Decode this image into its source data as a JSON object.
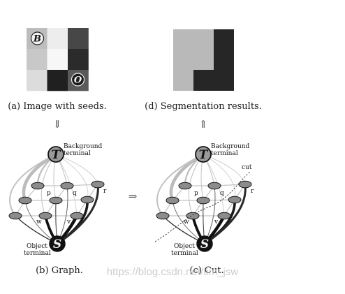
{
  "panels": {
    "a": {
      "caption": "(a) Image with seeds.",
      "seed_b": "B",
      "seed_o": "O",
      "grid_shades": [
        [
          "#bdbdbd",
          "#ededed",
          "#474747"
        ],
        [
          "#c8c8c8",
          "#f7f7f7",
          "#2b2b2b"
        ],
        [
          "#dcdcdc",
          "#202020",
          "#5a5a5a"
        ]
      ]
    },
    "d": {
      "caption": "(d) Segmentation results."
    },
    "b": {
      "caption": "(b) Graph.",
      "terminal_t": "T",
      "terminal_s": "S",
      "background_label": [
        "Background",
        "terminal"
      ],
      "object_label": [
        "Object",
        "terminal"
      ],
      "node_labels": {
        "p": "p",
        "q": "q",
        "r": "r",
        "w": "w",
        "v": "v"
      }
    },
    "c": {
      "caption": "(c) Cut.",
      "cut_label": "cut"
    }
  },
  "arrows": {
    "down": "⇓",
    "up": "⇑",
    "right": "⇒"
  },
  "watermark": "https://blog.csdn.net/tim_jsw"
}
